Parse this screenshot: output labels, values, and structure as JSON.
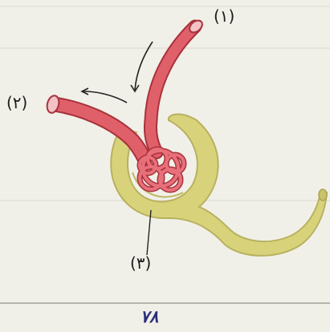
{
  "labels": {
    "vessel_1": "(۱)",
    "vessel_2": "(۲)",
    "capsule": "(۳)"
  },
  "page_number": "۷۸",
  "colors": {
    "background": "#f1f0e8",
    "vessels": "#d9505a",
    "capsule": "#d8d37a",
    "ink": "#1b1b1b",
    "page_number": "#2a2f7a"
  }
}
